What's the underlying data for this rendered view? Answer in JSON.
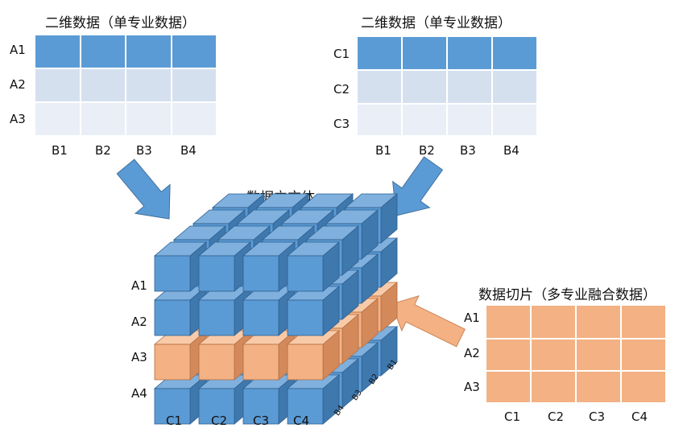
{
  "table_left": {
    "title": "二维数据（单专业数据）",
    "rows": [
      "A1",
      "A2",
      "A3"
    ],
    "cols": [
      "B1",
      "B2",
      "B3",
      "B4"
    ]
  },
  "table_right": {
    "title": "二维数据（单专业数据）",
    "rows": [
      "C1",
      "C2",
      "C3"
    ],
    "cols": [
      "B1",
      "B2",
      "B3",
      "B4"
    ]
  },
  "cube": {
    "title": "数据立方体",
    "rows": [
      "A1",
      "A2",
      "A3",
      "A4"
    ],
    "cols": [
      "C1",
      "C2",
      "C3",
      "C4"
    ],
    "depth": [
      "B1",
      "B2",
      "B3",
      "B4"
    ]
  },
  "slice": {
    "title": "数据切片（多专业融合数据）",
    "rows": [
      "A1",
      "A2",
      "A3"
    ],
    "cols": [
      "C1",
      "C2",
      "C3",
      "C4"
    ]
  },
  "colors": {
    "blue": "#5b9bd5",
    "blue_light": "#d5e0ef",
    "blue_lighter": "#e9eef7",
    "orange": "#f4b183"
  }
}
